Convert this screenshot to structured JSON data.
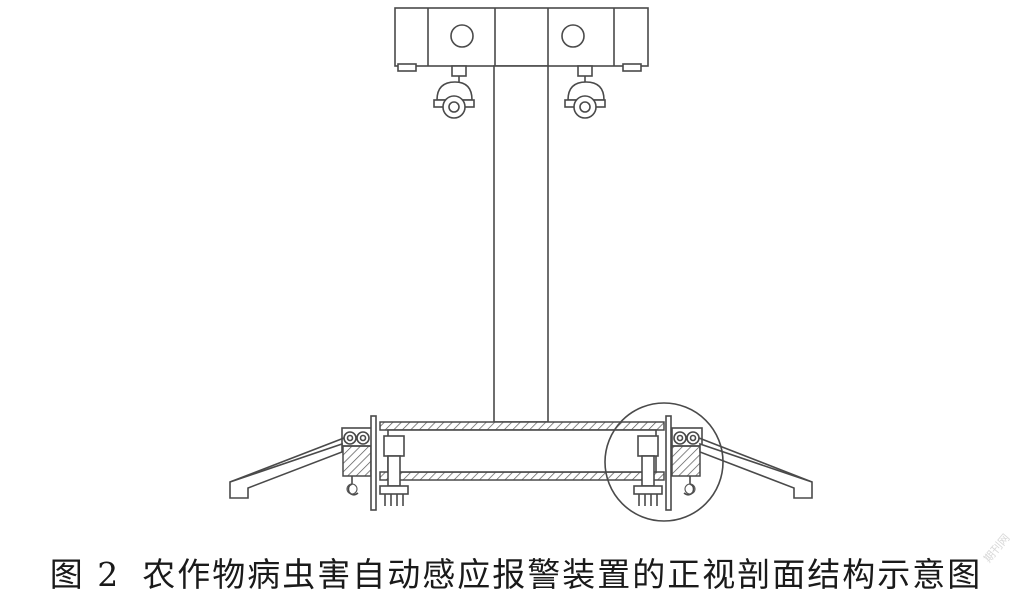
{
  "caption": {
    "figure_number": "图 2",
    "title": "农作物病虫害自动感应报警装置的正视剖面结构示意图"
  },
  "watermark": "期刊网",
  "colors": {
    "line": "#4a4a4a",
    "background": "#ffffff",
    "text": "#1a1a1a"
  }
}
